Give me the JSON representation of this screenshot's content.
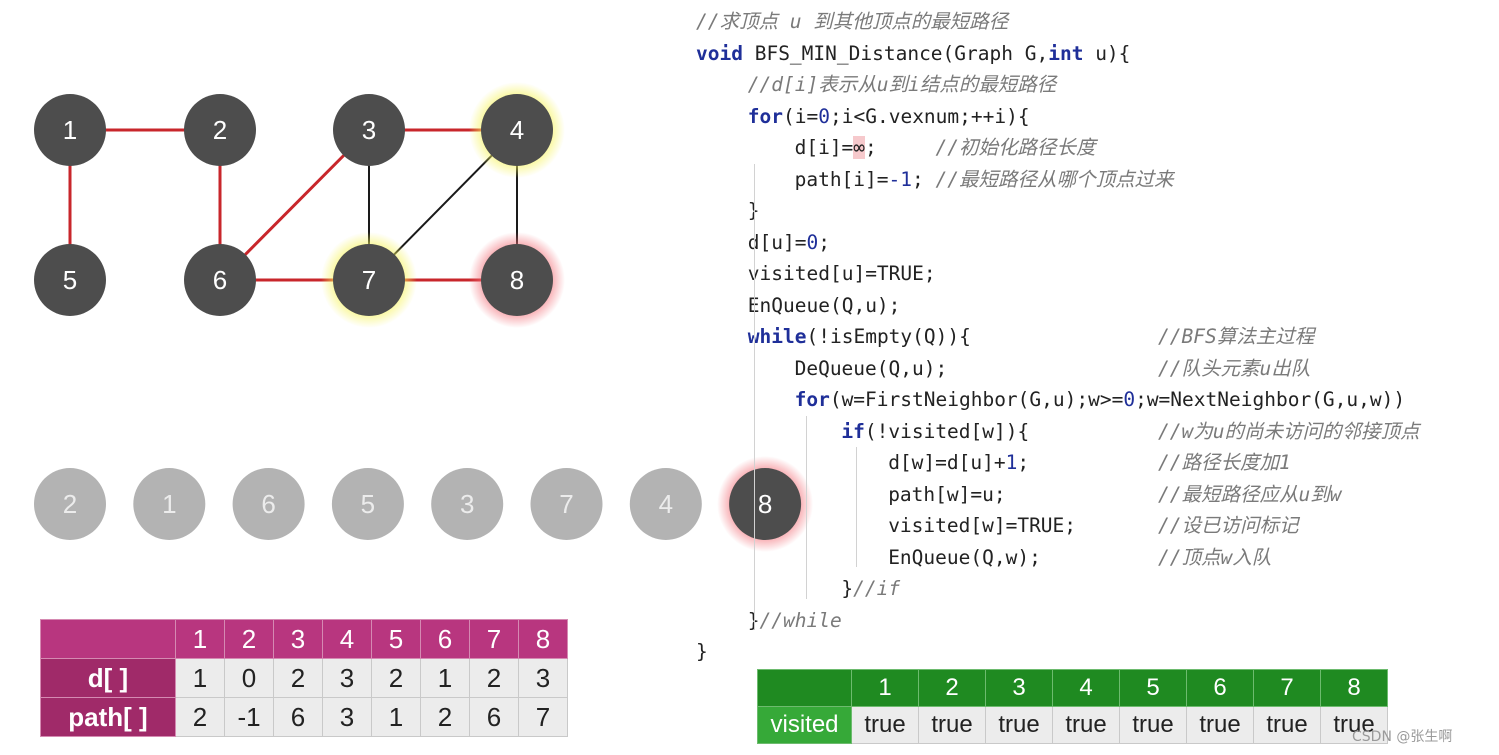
{
  "graph": {
    "nodes": [
      {
        "id": "1",
        "label": "1",
        "glow": "none"
      },
      {
        "id": "2",
        "label": "2",
        "glow": "none"
      },
      {
        "id": "3",
        "label": "3",
        "glow": "none"
      },
      {
        "id": "4",
        "label": "4",
        "glow": "yellow"
      },
      {
        "id": "5",
        "label": "5",
        "glow": "none"
      },
      {
        "id": "6",
        "label": "6",
        "glow": "none"
      },
      {
        "id": "7",
        "label": "7",
        "glow": "yellow"
      },
      {
        "id": "8",
        "label": "8",
        "glow": "red"
      }
    ],
    "edges": [
      {
        "from": "1",
        "to": "2",
        "tree": true
      },
      {
        "from": "1",
        "to": "5",
        "tree": true
      },
      {
        "from": "2",
        "to": "6",
        "tree": true
      },
      {
        "from": "3",
        "to": "6",
        "tree": true
      },
      {
        "from": "3",
        "to": "4",
        "tree": true
      },
      {
        "from": "6",
        "to": "7",
        "tree": true
      },
      {
        "from": "7",
        "to": "8",
        "tree": true
      },
      {
        "from": "3",
        "to": "7",
        "tree": false
      },
      {
        "from": "4",
        "to": "7",
        "tree": false
      },
      {
        "from": "4",
        "to": "8",
        "tree": false
      }
    ],
    "colors": {
      "node": "#4d4d4d",
      "tree_edge": "#c8262b",
      "other_edge": "#1a1a1a",
      "queue_node": "#b3b3b3",
      "glow_yellow": "#f6f35a",
      "glow_red": "#f26d76"
    }
  },
  "queue": {
    "items": [
      {
        "label": "2",
        "active": false
      },
      {
        "label": "1",
        "active": false
      },
      {
        "label": "6",
        "active": false
      },
      {
        "label": "5",
        "active": false
      },
      {
        "label": "3",
        "active": false
      },
      {
        "label": "7",
        "active": false
      },
      {
        "label": "4",
        "active": false
      },
      {
        "label": "8",
        "active": true
      }
    ]
  },
  "code": {
    "lines": [
      [
        {
          "t": "//求顶点 u 到其他顶点的最短路径",
          "c": "cmt"
        }
      ],
      [
        {
          "t": "void",
          "c": "kw"
        },
        {
          "t": " BFS_MIN_Distance(Graph G,",
          "c": ""
        },
        {
          "t": "int",
          "c": "kw"
        },
        {
          "t": " u){",
          "c": ""
        }
      ],
      [
        {
          "t": "//d[i]表示从u到i结点的最短路径",
          "c": "cmt"
        }
      ],
      [
        {
          "t": "for",
          "c": "kw"
        },
        {
          "t": "(i=",
          "c": ""
        },
        {
          "t": "0",
          "c": "num"
        },
        {
          "t": ";i<G.vexnum;++i){",
          "c": ""
        }
      ],
      [
        {
          "t": "d[i]=",
          "c": ""
        },
        {
          "t": "∞",
          "c": "inf"
        },
        {
          "t": ";     ",
          "c": ""
        },
        {
          "t": "//初始化路径长度",
          "c": "cmt"
        }
      ],
      [
        {
          "t": "path[i]=",
          "c": ""
        },
        {
          "t": "-1",
          "c": "num"
        },
        {
          "t": "; ",
          "c": ""
        },
        {
          "t": "//最短路径从哪个顶点过来",
          "c": "cmt"
        }
      ],
      [
        {
          "t": "}",
          "c": ""
        }
      ],
      [
        {
          "t": "d[u]=",
          "c": ""
        },
        {
          "t": "0",
          "c": "num"
        },
        {
          "t": ";",
          "c": ""
        }
      ],
      [
        {
          "t": "visited[u]=TRUE;",
          "c": ""
        }
      ],
      [
        {
          "t": "EnQueue(Q,u);",
          "c": ""
        }
      ],
      [
        {
          "t": "while",
          "c": "kw"
        },
        {
          "t": "(!isEmpty(Q)){",
          "c": ""
        }
      ],
      [
        {
          "t": "DeQueue(Q,u);",
          "c": ""
        }
      ],
      [
        {
          "t": "for",
          "c": "kw"
        },
        {
          "t": "(w=FirstNeighbor(G,u);w>=",
          "c": ""
        },
        {
          "t": "0",
          "c": "num"
        },
        {
          "t": ";w=NextNeighbor(G,u,w))",
          "c": ""
        }
      ],
      [
        {
          "t": "if",
          "c": "kw"
        },
        {
          "t": "(!visited[w]){",
          "c": ""
        }
      ],
      [
        {
          "t": "d[w]=d[u]+",
          "c": ""
        },
        {
          "t": "1",
          "c": "num"
        },
        {
          "t": ";",
          "c": ""
        }
      ],
      [
        {
          "t": "path[w]=u;",
          "c": ""
        }
      ],
      [
        {
          "t": "visited[w]=TRUE;",
          "c": ""
        }
      ],
      [
        {
          "t": "EnQueue(Q,w);",
          "c": ""
        }
      ],
      [
        {
          "t": "}",
          "c": ""
        },
        {
          "t": "//if",
          "c": "cmt"
        }
      ],
      [
        {
          "t": "}",
          "c": ""
        },
        {
          "t": "//while",
          "c": "cmt"
        }
      ],
      [
        {
          "t": "}",
          "c": ""
        }
      ]
    ],
    "side_comments": [
      {
        "line": 10,
        "text": "//BFS算法主过程"
      },
      {
        "line": 11,
        "text": "//队头元素u出队"
      },
      {
        "line": 13,
        "text": "//w为u的尚未访问的邻接顶点"
      },
      {
        "line": 14,
        "text": "//路径长度加1"
      },
      {
        "line": 15,
        "text": "//最短路径应从u到w"
      },
      {
        "line": 16,
        "text": "//设已访问标记"
      },
      {
        "line": 17,
        "text": "//顶点w入队"
      }
    ]
  },
  "dp_table": {
    "headers": [
      "1",
      "2",
      "3",
      "4",
      "5",
      "6",
      "7",
      "8"
    ],
    "rows": [
      {
        "label": "d[ ]",
        "values": [
          "1",
          "0",
          "2",
          "3",
          "2",
          "1",
          "2",
          "3"
        ]
      },
      {
        "label": "path[ ]",
        "values": [
          "2",
          "-1",
          "6",
          "3",
          "1",
          "2",
          "6",
          "7"
        ]
      }
    ]
  },
  "visited_table": {
    "headers": [
      "1",
      "2",
      "3",
      "4",
      "5",
      "6",
      "7",
      "8"
    ],
    "label": "visited",
    "values": [
      "true",
      "true",
      "true",
      "true",
      "true",
      "true",
      "true",
      "true"
    ]
  },
  "watermark": "CSDN @张生啊"
}
